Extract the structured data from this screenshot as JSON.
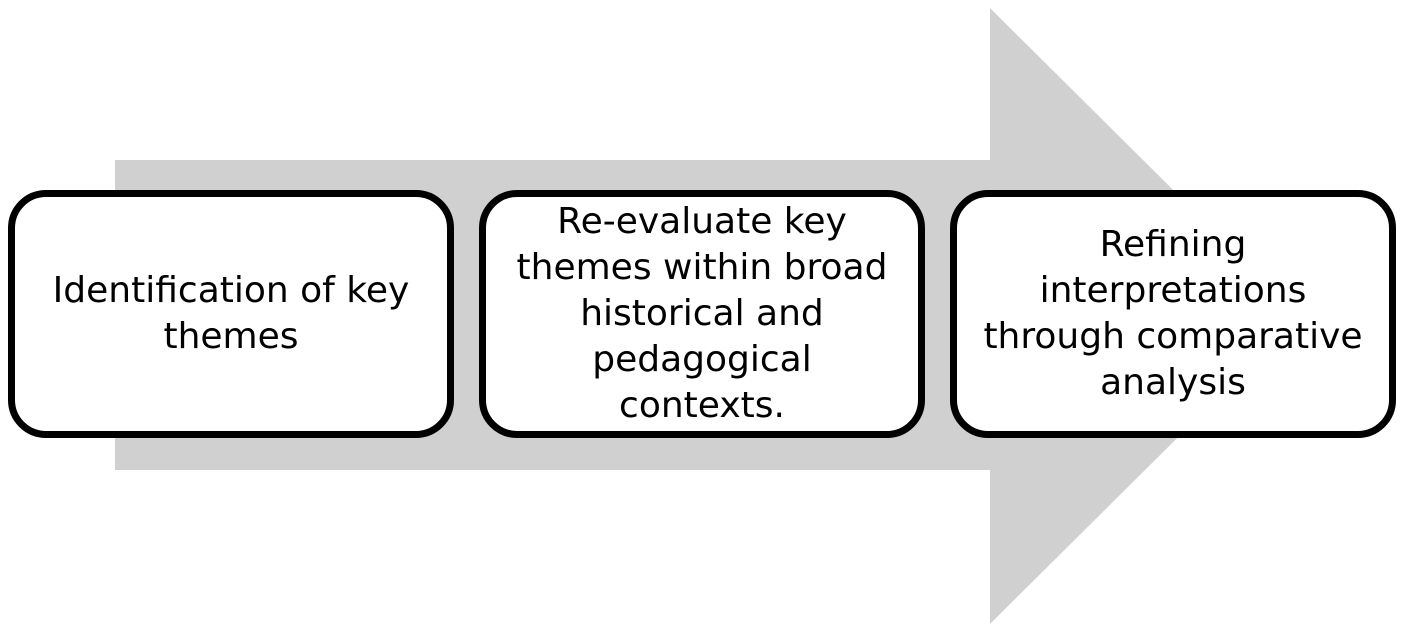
{
  "diagram": {
    "arrow_color": "#d0d0d0",
    "box_border_color": "#000000",
    "box_fill_color": "#ffffff",
    "steps": [
      {
        "text": "Identification of key themes"
      },
      {
        "text": "Re-evaluate key themes within broad historical and pedagogical contexts."
      },
      {
        "text": "Refining interpretations through comparative analysis"
      }
    ]
  }
}
